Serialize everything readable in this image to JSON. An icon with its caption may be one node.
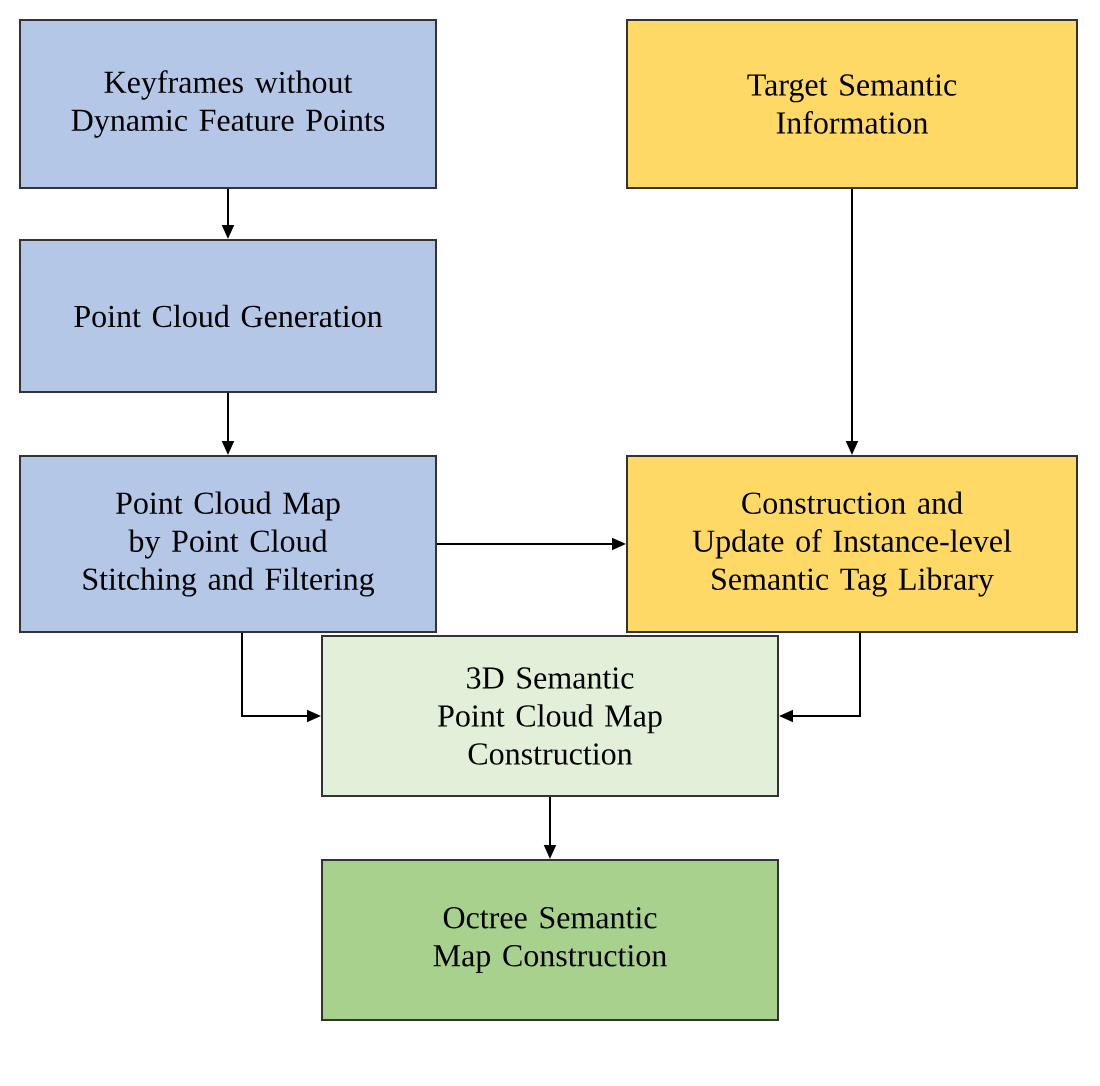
{
  "diagram": {
    "nodes": [
      {
        "text": [
          "Keyframes without Dynamic Feature Points"
        ]
      },
      {
        "text": [
          "Point Cloud Generation"
        ]
      },
      {
        "text": [
          "Point Cloud Map by Point Cloud Stitching and Filtering"
        ]
      },
      {
        "text": [
          "Target Semantic Information"
        ]
      },
      {
        "text": [
          "Construction and Update of Instance-level Semantic Tag Library"
        ]
      },
      {
        "text": [
          "3D Semantic Point Cloud Map Construction"
        ]
      },
      {
        "text": [
          "Octree Semantic Map Construction"
        ]
      }
    ],
    "edges": [
      {
        "from": 0,
        "to": 1,
        "arrow": "to"
      },
      {
        "from": 1,
        "to": 2,
        "arrow": "to"
      },
      {
        "from": 3,
        "to": 4,
        "arrow": "to"
      },
      {
        "from": 2,
        "to": 4,
        "arrow": "to"
      },
      {
        "from": 2,
        "to": 5,
        "arrow": "to"
      },
      {
        "from": 4,
        "to": 5,
        "arrow": "to"
      },
      {
        "from": 5,
        "to": 6,
        "arrow": "to"
      }
    ]
  }
}
